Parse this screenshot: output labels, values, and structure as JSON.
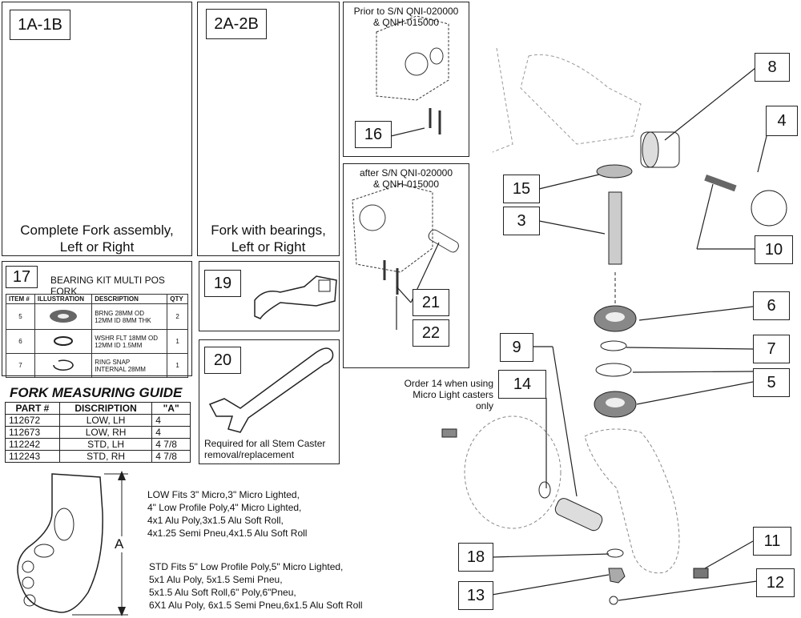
{
  "panels": {
    "p1": {
      "tag": "1A-1B",
      "caption_line1": "Complete Fork assembly,",
      "caption_line2": "Left or Right"
    },
    "p2": {
      "tag": "2A-2B",
      "caption_line1": "Fork with bearings,",
      "caption_line2": "Left or Right"
    },
    "prior": {
      "line1": "Prior to S/N QNI-020000",
      "line2": "& QNH-015000"
    },
    "after": {
      "line1": "after S/N QNI-020000",
      "line2": "& QNH-015000"
    },
    "p20": {
      "caption_line1": "Required for all Stem Caster",
      "caption_line2": "removal/replacement"
    }
  },
  "kit": {
    "number": "17",
    "title": "BEARING KIT MULTI POS FORK",
    "headers": [
      "ITEM #",
      "ILLUSTRATION",
      "DESCRIPTION",
      "QTY"
    ],
    "rows": [
      {
        "item": "5",
        "desc1": "BRNG 28MM OD",
        "desc2": "12MM ID 8MM THK",
        "qty": "2"
      },
      {
        "item": "6",
        "desc1": "WSHR FLT 18MM OD",
        "desc2": "12MM ID 1.5MM",
        "qty": "1"
      },
      {
        "item": "7",
        "desc1": "RING SNAP",
        "desc2": "INTERNAL 28MM",
        "qty": "1"
      }
    ]
  },
  "guide": {
    "title": "FORK MEASURING GUIDE",
    "headers": [
      "PART #",
      "DISCRIPTION",
      "\"A\""
    ],
    "rows": [
      [
        "112672",
        "LOW, LH",
        "4"
      ],
      [
        "112673",
        "LOW, RH",
        "4"
      ],
      [
        "112242",
        "STD, LH",
        "4 7/8"
      ],
      [
        "112243",
        "STD, RH",
        "4 7/8"
      ]
    ]
  },
  "dimension_label": "A",
  "fits_low": [
    "LOW Fits 3\" Micro,3\" Micro Lighted,",
    "4\" Low Profile Poly,4\" Micro Lighted,",
    "4x1 Alu Poly,3x1.5 Alu Soft Roll,",
    "4x1.25 Semi Pneu,4x1.5 Alu Soft Roll"
  ],
  "fits_std": [
    "STD Fits 5\" Low Profile Poly,5\" Micro Lighted,",
    "5x1 Alu Poly, 5x1.5 Semi Pneu,",
    "5x1.5 Alu Soft Roll,6\" Poly,6\"Pneu,",
    "6X1 Alu Poly, 6x1.5 Semi Pneu,6x1.5 Alu Soft Roll"
  ],
  "order_note": {
    "line1": "Order 14 when using",
    "line2": "Micro Light casters only"
  },
  "callouts": {
    "c3": "3",
    "c4": "4",
    "c5": "5",
    "c6": "6",
    "c7": "7",
    "c8": "8",
    "c9": "9",
    "c10": "10",
    "c11": "11",
    "c12": "12",
    "c13": "13",
    "c14": "14",
    "c15": "15",
    "c16": "16",
    "c18": "18",
    "c19": "19",
    "c20": "20",
    "c21": "21",
    "c22": "22"
  }
}
